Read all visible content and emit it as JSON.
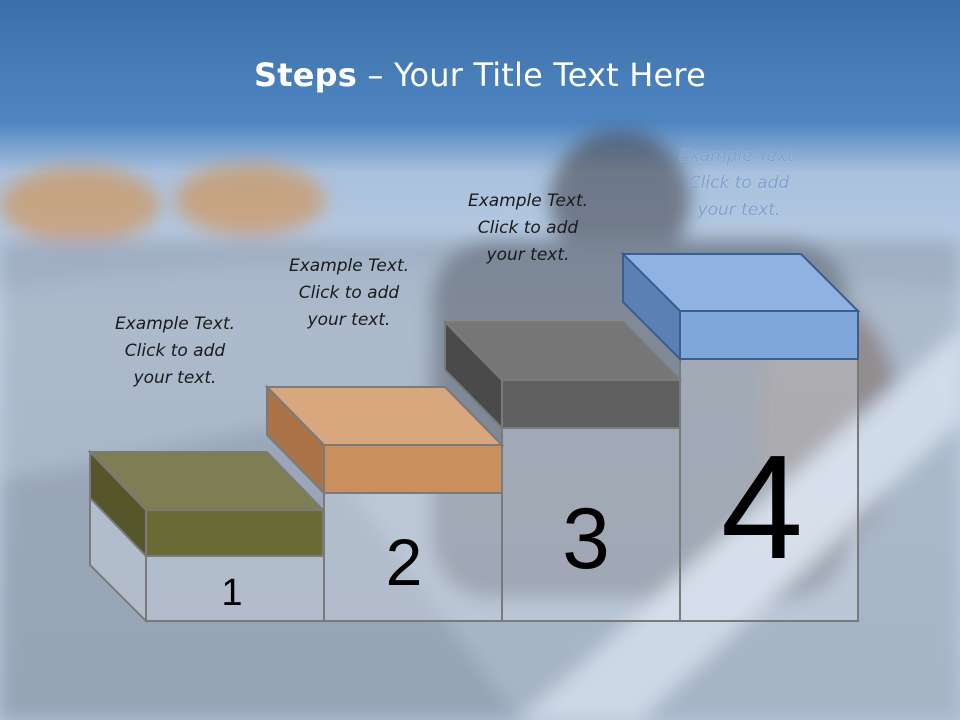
{
  "title": {
    "bold": "Steps",
    "rest": " – Your Title Text Here"
  },
  "steps": [
    {
      "number": "1",
      "caption": [
        "Example Text.",
        "Click  to add",
        "your text."
      ],
      "color": "#6b6b35"
    },
    {
      "number": "2",
      "caption": [
        "Example Text.",
        "Click  to add",
        "your text."
      ],
      "color": "#c9905e"
    },
    {
      "number": "3",
      "caption": [
        "Example Text.",
        "Click  to add",
        "your text."
      ],
      "color": "#5f5f5f"
    },
    {
      "number": "4",
      "caption": [
        "Example Text.",
        "Click  to add",
        "your text."
      ],
      "color": "#7fa7d9"
    }
  ],
  "colors": {
    "header_band": "#3f73ad",
    "sky": "#c7d6e8"
  }
}
